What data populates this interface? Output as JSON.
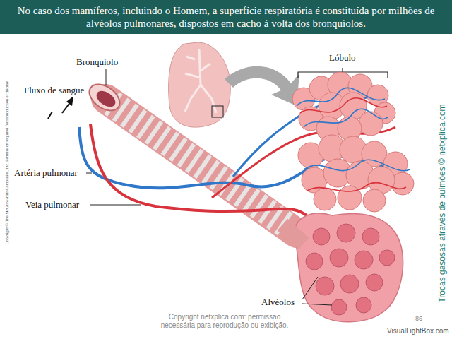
{
  "diagram": {
    "title": "No caso dos mamíferos, incluindo o Homem, a superfície respiratória é constituída por milhões de alvéolos pulmonares, dispostos em cacho à volta dos bronquíolos.",
    "labels": [
      "Bronquiolo",
      "Lóbulo",
      "Fluxo de sangue",
      "Artéria pulmonar",
      "Veia pulmonar",
      "Alvéolos",
      "Copyright © The McGraw-Hill Companies, Inc. Permission required for reproduction or display.",
      "Trocas gasosas através de pulmões © netxplica.com",
      "Copyright netxplica.com: permissão necessária para reprodução ou exibição.",
      "86",
      "VisualLightBox.com"
    ]
  }
}
